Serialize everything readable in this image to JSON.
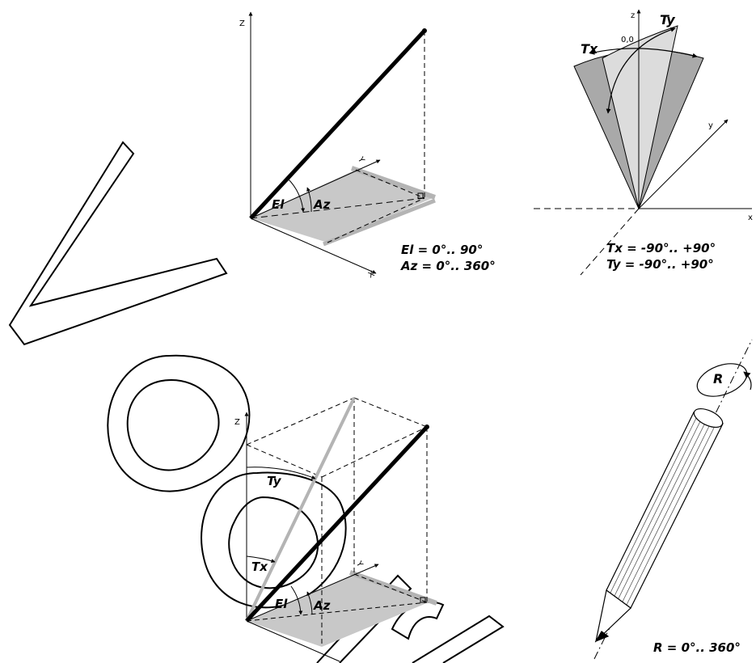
{
  "panel_elaz": {
    "label_el": "El",
    "label_az": "Az",
    "axis_z": "Z",
    "axis_x": "X",
    "axis_y": "Y",
    "range_el": "El = 0°.. 90°",
    "range_az": "Az = 0°.. 360°"
  },
  "panel_tilt": {
    "label_tx": "Tx",
    "label_ty": "Ty",
    "axis_z": "z",
    "axis_y": "y",
    "axis_x": "x",
    "origin": "0,0",
    "range_tx": "Tx = -90°.. +90°",
    "range_ty": "Ty = -90°.. +90°"
  },
  "panel_combined": {
    "label_ty": "Ty",
    "label_tx": "Tx",
    "label_el": "El",
    "label_az": "Az",
    "axis_z": "Z",
    "axis_y": "Y"
  },
  "panel_roll": {
    "label_r": "R",
    "range_r": "R = 0°.. 360°"
  },
  "colors": {
    "plane_fill": "#c8c8c8",
    "cone_dark": "#a9a9a9",
    "cone_light": "#dcdcdc",
    "stroke": "#000000",
    "gray_line": "#b4b4b4"
  }
}
